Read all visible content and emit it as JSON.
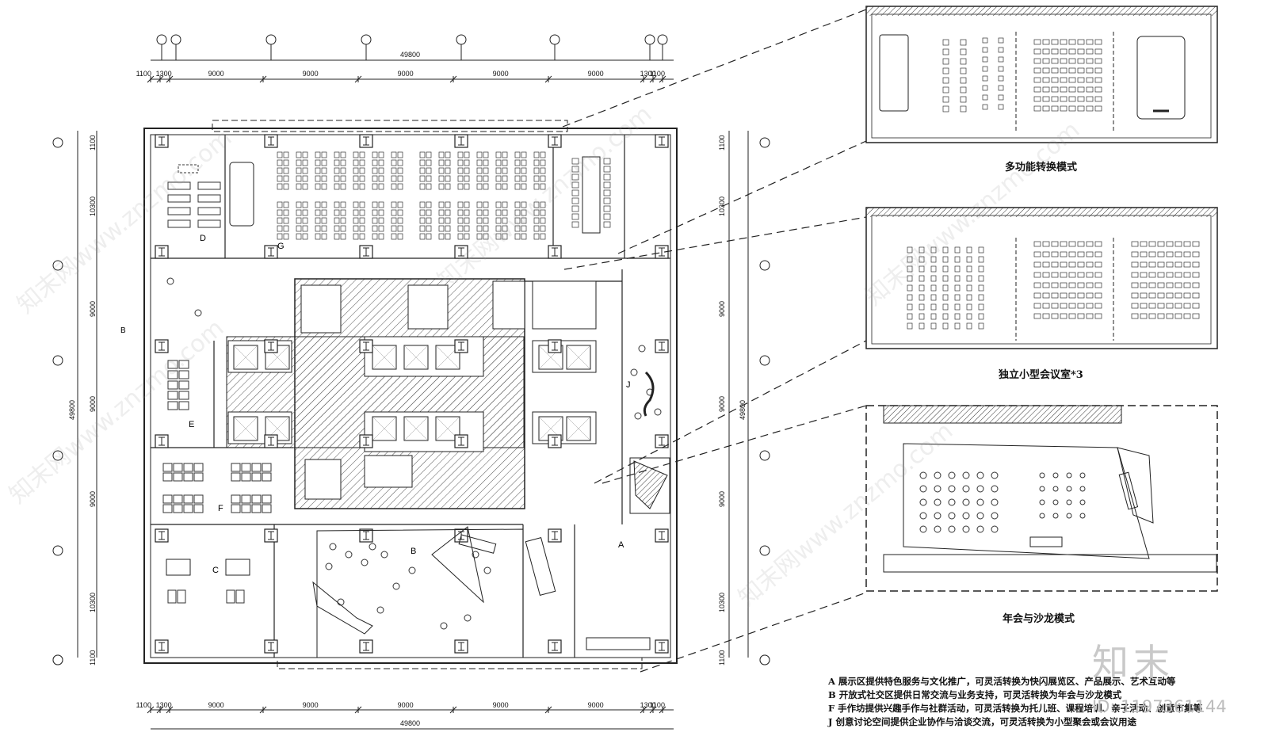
{
  "dimensions": {
    "total": "49800",
    "segments": [
      "1100",
      "1300",
      "9000",
      "9000",
      "9000",
      "9000",
      "9000",
      "1300",
      "1100"
    ],
    "vertical_segments": [
      "1100",
      "10300",
      "9000",
      "9000",
      "9000",
      "10300",
      "1100"
    ]
  },
  "zones": {
    "A": "A",
    "B": "B",
    "C": "C",
    "D": "D",
    "E": "E",
    "F": "F",
    "G": "G",
    "J": "J"
  },
  "captions": {
    "multi": "多功能转换模式",
    "small": "独立小型会议室*3",
    "annual": "年会与沙龙模式"
  },
  "notes": [
    "A 展示区提供特色服务与文化推广，可灵活转换为快闪展览区、产品展示、艺术互动等",
    "B 开放式社交区提供日常交流与业务支持，可灵活转换为年会与沙龙模式",
    "F 手作坊提供兴趣手作与社群活动，可灵活转换为托儿班、课程培训、亲子活动、创意市集等",
    "J 创意讨论空间提供企业协作与洽谈交流，可灵活转换为小型聚会或会议用途"
  ],
  "watermark": "知末网www.znzmo.com",
  "logo": "知末",
  "id_label": "ID: 1197361144",
  "colors": {
    "line": "#222222",
    "hatch": "#555555",
    "light": "#888888"
  }
}
